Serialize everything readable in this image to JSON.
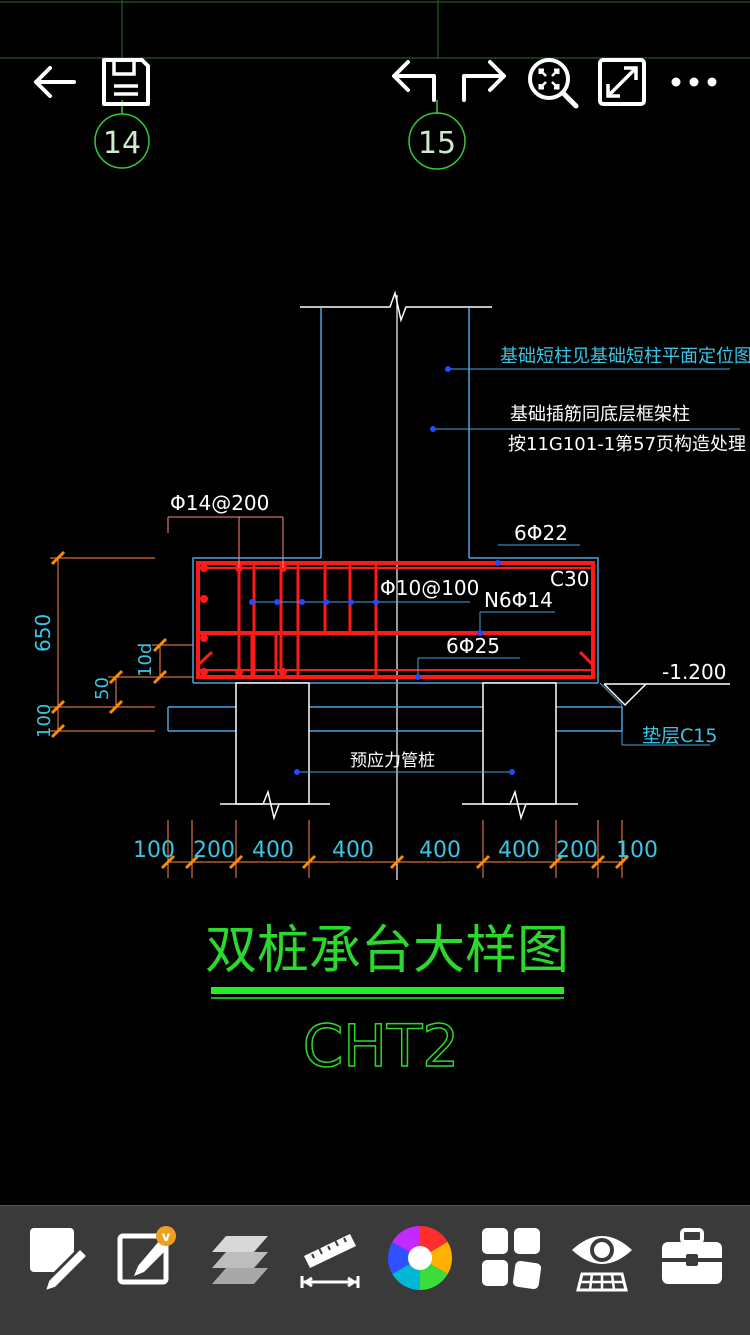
{
  "toolbar": {
    "back": "back-icon",
    "save": "save-icon",
    "undo": "undo-icon",
    "redo": "redo-icon",
    "zoom_extents": "zoom-extents-icon",
    "fullscreen": "fullscreen-icon",
    "more": "more-icon"
  },
  "axes": {
    "left": "14",
    "right": "15"
  },
  "drawing": {
    "note_column_plan": "基础短柱见基础短柱平面定位图",
    "note_dowel_line1": "基础插筋同底层框架柱",
    "note_dowel_line2": "按11G101-1第57页构造处理",
    "rebar_top_side": "Φ14@200",
    "rebar_top_main": "6Φ22",
    "rebar_stirrup": "Φ10@100",
    "concrete_grade": "C30",
    "rebar_side": "N6Φ14",
    "rebar_bottom_main": "6Φ25",
    "elevation": "-1.200",
    "cushion": "垫层C15",
    "pile_label": "预应力管桩",
    "dim_650": "650",
    "dim_10d": "10d",
    "dim_50": "50",
    "dim_100_left": "100",
    "bottom_dims": [
      "100",
      "200",
      "400",
      "400",
      "400",
      "400",
      "200",
      "100"
    ],
    "title": "双桩承台大样图",
    "code": "CHT2"
  },
  "bottom_tools": [
    "edit-pen-icon",
    "annotate-vip-icon",
    "layers-icon",
    "measure-ruler-icon",
    "color-wheel-icon",
    "blocks-icon",
    "view-eye-icon",
    "toolbox-icon"
  ],
  "colors": {
    "bg": "#000000",
    "rebar": "#ff1a1a",
    "concrete": "#4aa3df",
    "dim": "#39c5e6",
    "tick": "#ff8a00",
    "axis": "#34c834",
    "title": "#2bd82b",
    "toolbar_bg": "#3a3a3a"
  }
}
